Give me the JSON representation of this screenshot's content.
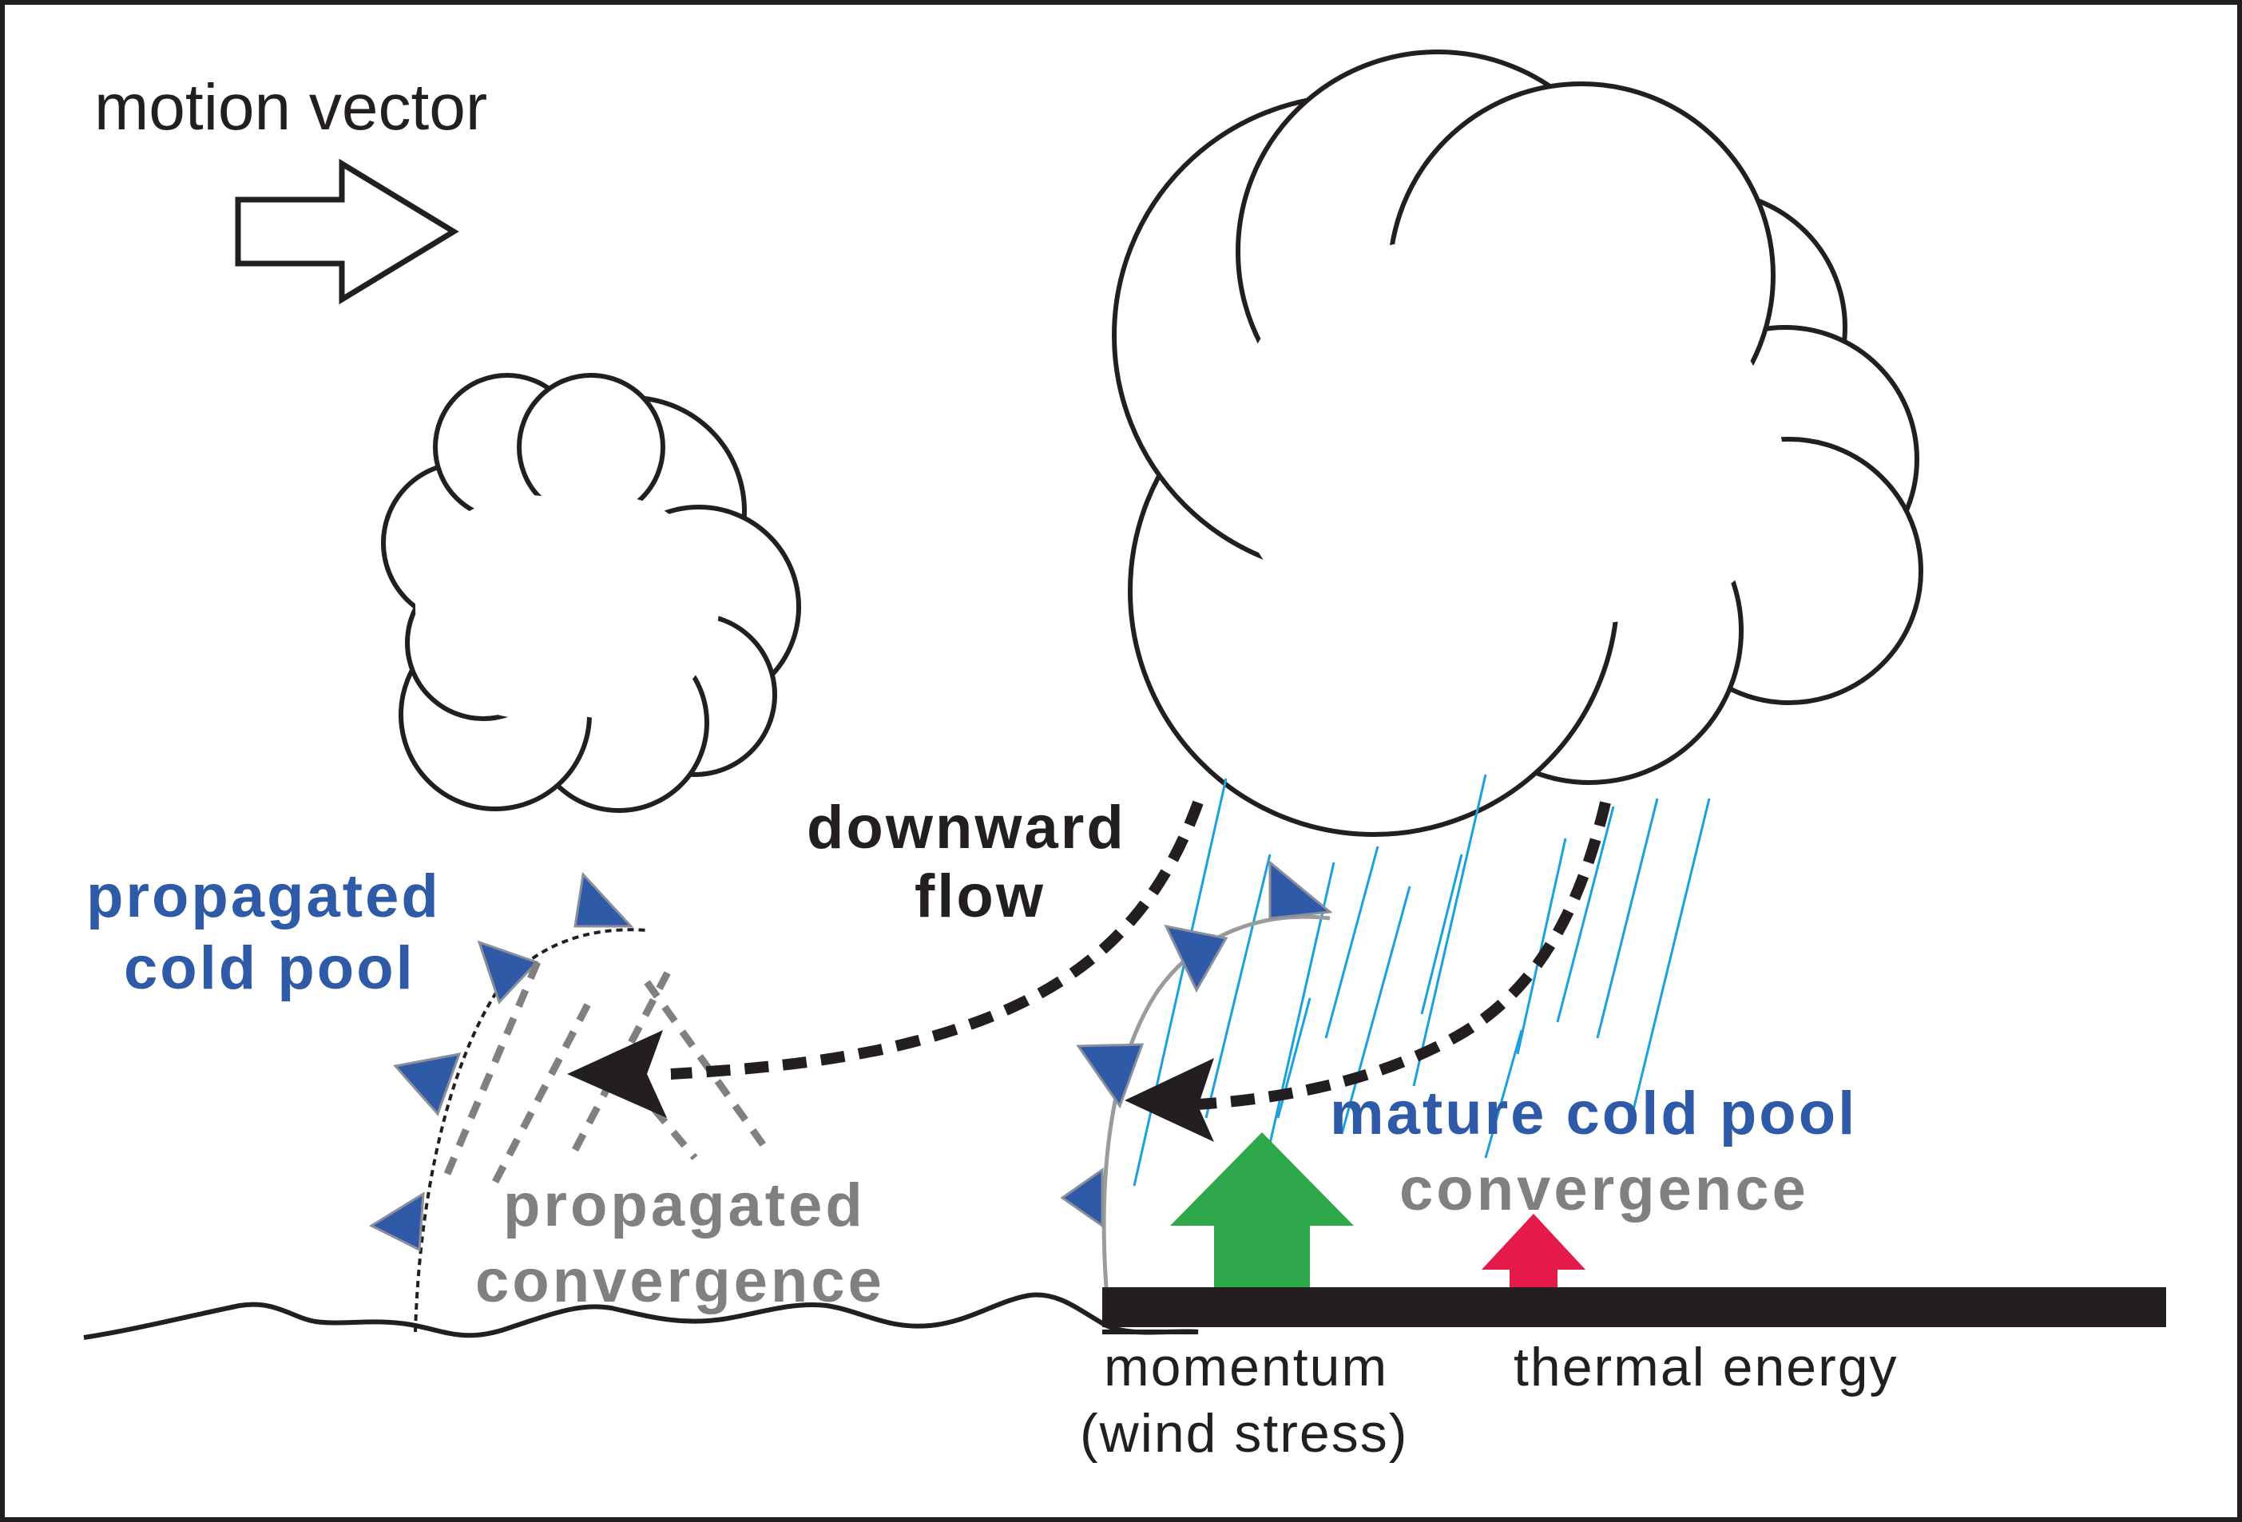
{
  "labels": {
    "motion_vector": "motion vector",
    "downward_flow_line1": "downward",
    "downward_flow_line2": "flow",
    "propagated_cold_pool_line1": "propagated",
    "propagated_cold_pool_line2": "cold pool",
    "propagated_convergence_line1": "propagated",
    "propagated_convergence_line2": "convergence",
    "mature_cold_pool": "mature cold pool",
    "mature_convergence": "convergence",
    "momentum_line1": "momentum",
    "momentum_line2": "(wind stress)",
    "thermal_energy": "thermal energy"
  },
  "colors": {
    "outline": "#231f20",
    "cold_pool_blue": "#2e5aa8",
    "convergence_gray": "#808080",
    "rain_blue": "#1aa0e0",
    "momentum_green": "#2ea84a",
    "thermal_red": "#e5194a"
  }
}
